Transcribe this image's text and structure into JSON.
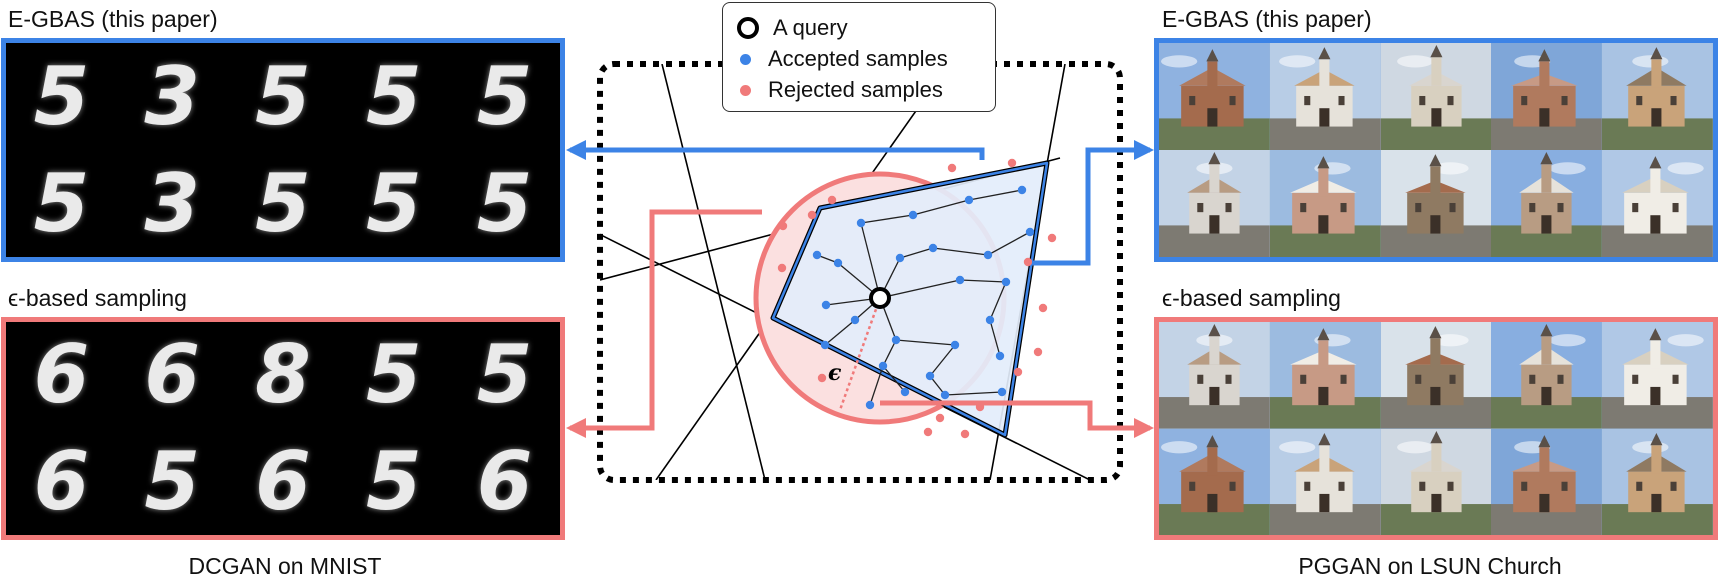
{
  "left": {
    "top_label": "E-GBAS (this paper)",
    "bottom_label": "ϵ-based sampling",
    "caption": "DCGAN on MNIST",
    "top_digits": [
      "5",
      "3",
      "5",
      "5",
      "5",
      "5",
      "3",
      "5",
      "5",
      "5"
    ],
    "bottom_digits": [
      "6",
      "6",
      "8",
      "5",
      "5",
      "6",
      "5",
      "6",
      "5",
      "6"
    ]
  },
  "right": {
    "top_label": "E-GBAS (this paper)",
    "bottom_label": "ϵ-based sampling",
    "caption": "PGGAN on LSUN Church"
  },
  "legend": {
    "query": "A query",
    "accepted": "Accepted samples",
    "rejected": "Rejected samples"
  },
  "diagram": {
    "epsilon_label": "ϵ"
  },
  "colors": {
    "accepted": "#3c83e6",
    "rejected": "#f07a7a",
    "polygon_fill": "#e3edfb",
    "circle_fill": "#fbe0e0"
  }
}
